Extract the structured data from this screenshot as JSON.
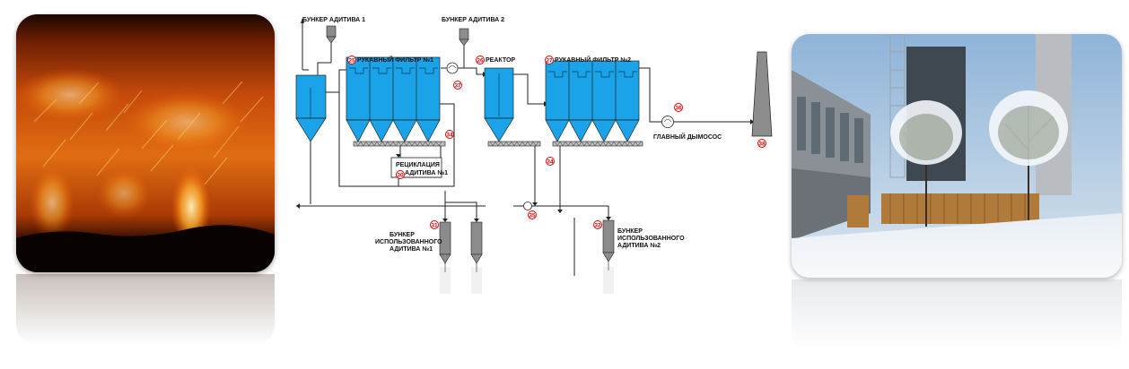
{
  "diagram": {
    "labels": {
      "bunker_additive_1": "БУНКЕР АДИТИВА 1",
      "bunker_additive_2": "БУНКЕР АДИТИВА 2",
      "bag_filter_1": "РУКАВНЫЙ ФИЛЬТР №1",
      "reactor": "РЕАКТОР",
      "bag_filter_2": "РУКАВНЫЙ ФИЛЬТР №2",
      "main_exhauster": "ГЛАВНЫЙ ДЫМОСОС",
      "recirc_line1": "РЕЦИКЛАЦИЯ",
      "recirc_line2": "АДИТИВА №1",
      "used_bunker_1_line1": "БУНКЕР",
      "used_bunker_1_line2": "ИСПОЛЬЗОВАННОГО",
      "used_bunker_1_line3": "АДИТИВА №1",
      "used_bunker_2_line1": "БУНКЕР",
      "used_bunker_2_line2": "ИСПОЛЬЗОВАННОГО",
      "used_bunker_2_line3": "АДИТИВА №2"
    },
    "numbers": {
      "n25": "25",
      "n26": "26",
      "n27": "27",
      "n37": "37",
      "n34a": "34",
      "n34b": "34",
      "n30": "30",
      "n31": "31",
      "n32": "32",
      "n35": "35",
      "n36": "36",
      "n38": "38"
    },
    "colors": {
      "vessel_fill": "#1aa3e8",
      "bunker_fill": "#8c8c8c",
      "marker": "#d40000"
    }
  }
}
